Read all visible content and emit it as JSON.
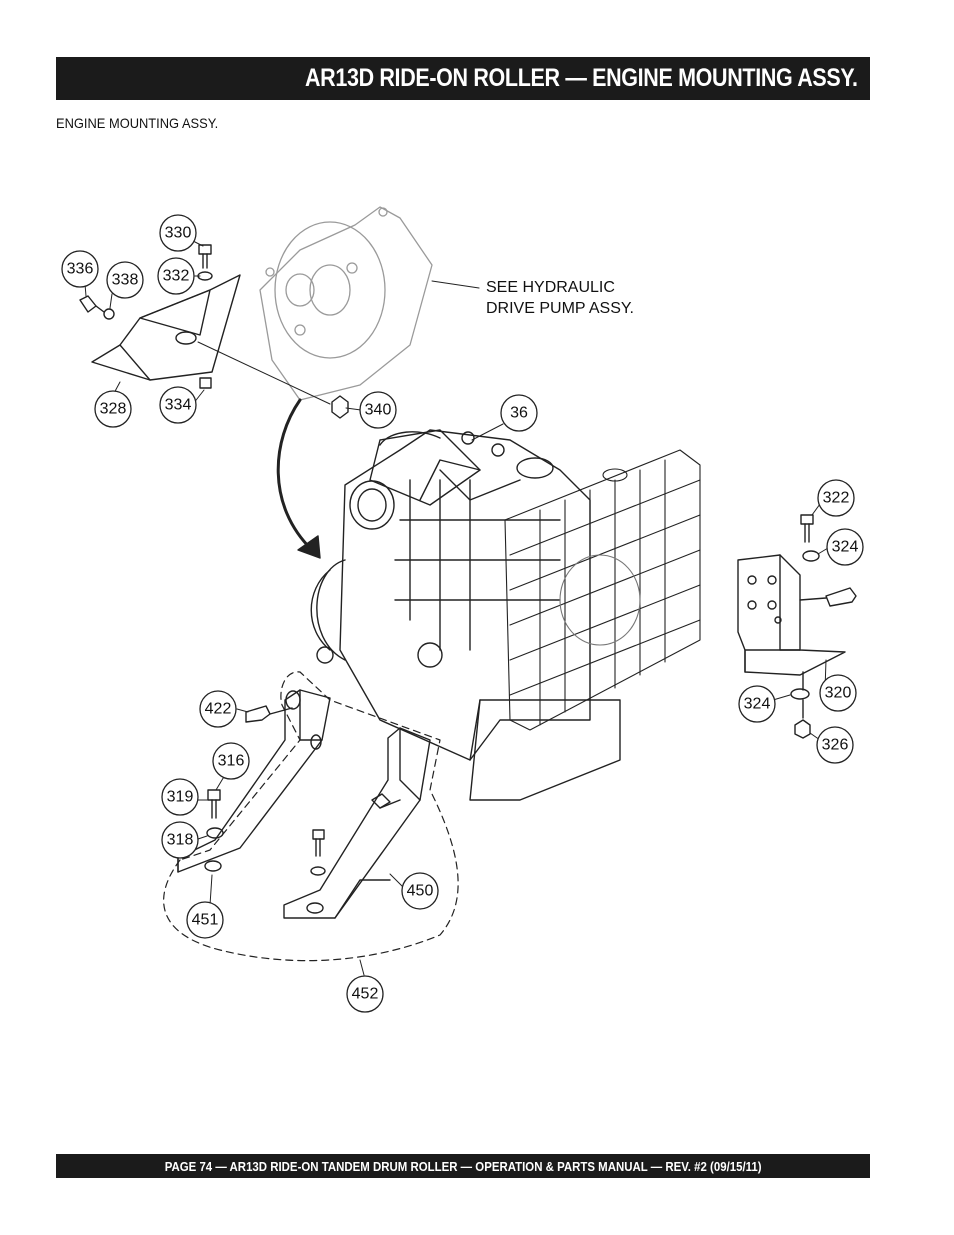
{
  "header": {
    "title": "AR13D RIDE-ON ROLLER — ENGINE MOUNTING ASSY."
  },
  "section": {
    "subtitle": "ENGINE MOUNTING ASSY."
  },
  "diagram": {
    "note_lines": [
      "SEE HYDRAULIC",
      "DRIVE PUMP ASSY."
    ],
    "callouts": [
      "330",
      "336",
      "338",
      "332",
      "328",
      "334",
      "340",
      "36",
      "322",
      "324",
      "320",
      "324",
      "326",
      "422",
      "316",
      "319",
      "318",
      "451",
      "450",
      "452"
    ]
  },
  "footer": {
    "text": "PAGE 74 — AR13D RIDE-ON TANDEM DRUM ROLLER — OPERATION & PARTS MANUAL — REV. #2 (09/15/11)"
  }
}
